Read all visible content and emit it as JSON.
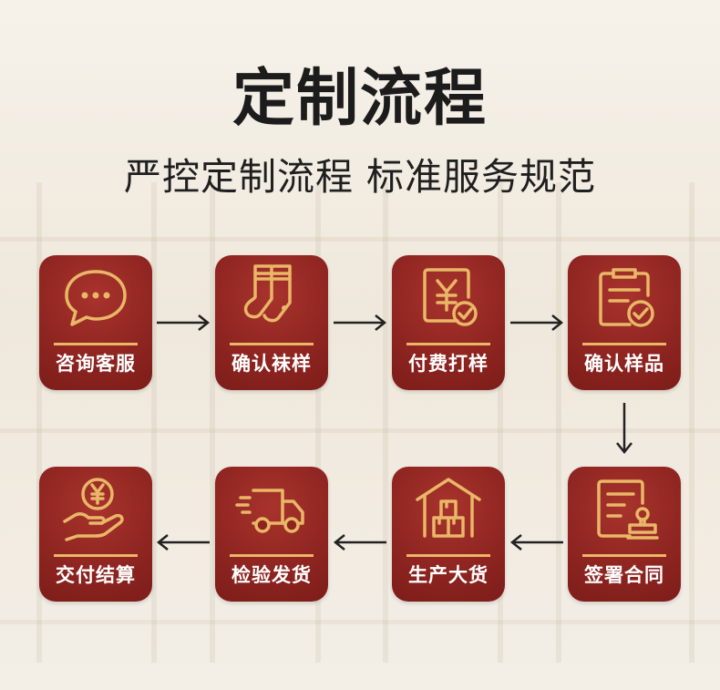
{
  "header": {
    "title": "定制流程",
    "subtitle": "严控定制流程 标准服务规范"
  },
  "colors": {
    "card": "#8d2420",
    "accent_gold": "#e9b767",
    "text_dark": "#1c1c1c"
  },
  "steps": [
    {
      "label": "咨询客服",
      "icon": "chat-bubble-icon"
    },
    {
      "label": "确认袜样",
      "icon": "sock-icon"
    },
    {
      "label": "付费打样",
      "icon": "yen-receipt-icon"
    },
    {
      "label": "确认样品",
      "icon": "clipboard-check-icon"
    },
    {
      "label": "签署合同",
      "icon": "contract-stamp-icon"
    },
    {
      "label": "生产大货",
      "icon": "warehouse-boxes-icon"
    },
    {
      "label": "检验发货",
      "icon": "delivery-truck-icon"
    },
    {
      "label": "交付结算",
      "icon": "hand-yen-icon"
    }
  ]
}
